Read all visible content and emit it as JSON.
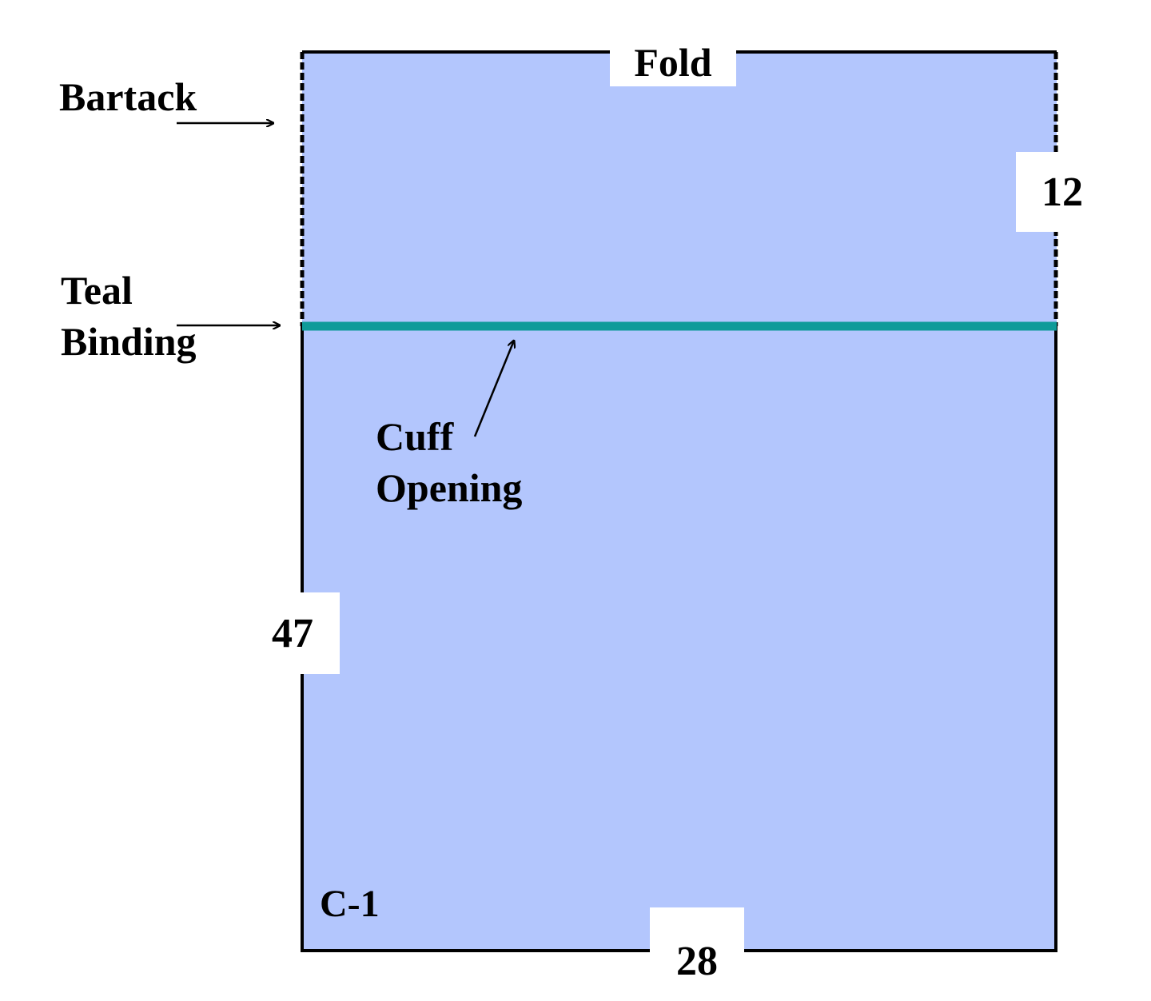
{
  "labels": {
    "fold": "Fold",
    "bartack": "Bartack",
    "teal_binding_line1": "Teal",
    "teal_binding_line2": "Binding",
    "cuff_opening_line1": "Cuff",
    "cuff_opening_line2": "Opening",
    "piece_id": "C-1"
  },
  "dimensions": {
    "fold_section_height": "12",
    "total_height": "47",
    "width": "28"
  },
  "colors": {
    "fabric": "#b3c6fd",
    "binding": "#0f9b99",
    "outline": "#000000"
  }
}
